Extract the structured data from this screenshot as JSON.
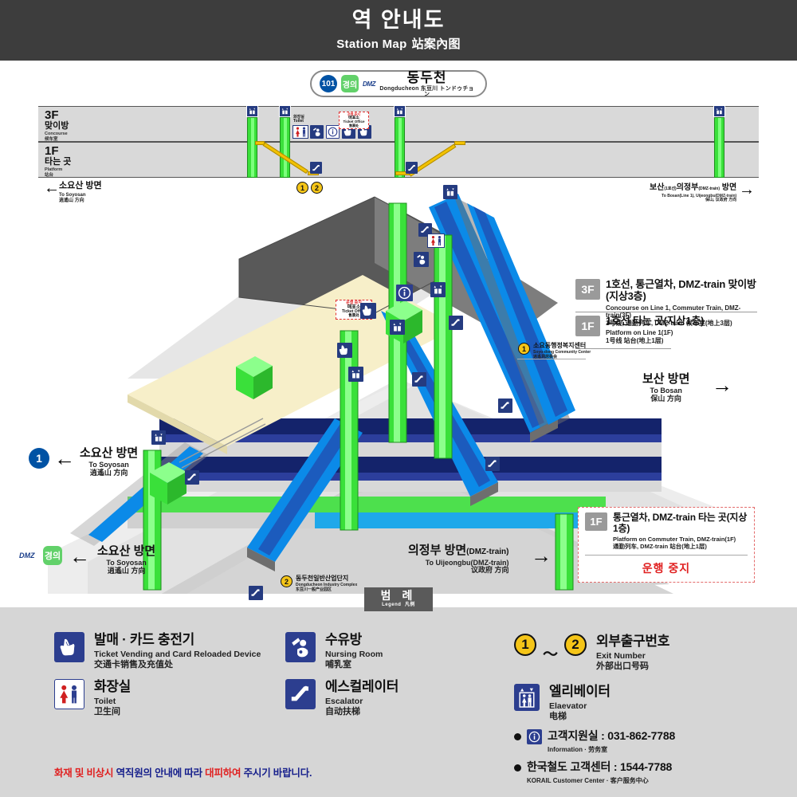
{
  "header": {
    "title_ko": "역 안내도",
    "title_en": "Station Map",
    "title_zh": "站案內图"
  },
  "station": {
    "line_badge": "101",
    "commuter_badge": "경의",
    "dmz_badge": "DMZ",
    "name_ko": "동두천",
    "name_sub": "Dongducheon 东豆川 トンドゥチョン"
  },
  "cross_section": {
    "floor_3f": {
      "code": "3F",
      "ko": "맞이방",
      "en": "Concourse",
      "zh": "候车室"
    },
    "floor_1f": {
      "code": "1F",
      "ko": "타는 곳",
      "en": "Platform",
      "zh": "站台"
    },
    "toilet_label_ko": "화장실",
    "toilet_label_en": "Toilet",
    "ticket_office": {
      "stopped": "운행 중지",
      "ko": "매표소",
      "en": "Ticket Office",
      "zh": "售票处"
    },
    "exit_markers": [
      "1",
      "2"
    ],
    "left_direction": {
      "ko": "소요산 방면",
      "en": "To Soyosan",
      "zh": "逍遙山 方向"
    },
    "right_direction": {
      "ko_main": "보산",
      "ko_note1": "(1호선)",
      "ko_main2": "의정부",
      "ko_note2": "(DMZ-train)",
      "ko_suffix": "방면",
      "en": "To Bosan(Line 1), Uijeongbu(DMZ-train)",
      "zh": "保山, 议政府 方向"
    }
  },
  "floor_cards": [
    {
      "code": "3F",
      "ko": "1호선, 통근열차, DMZ-train 맞이방(지상3층)",
      "en": "Concourse on Line 1, Commuter Train, DMZ-train(3F)",
      "zh": "1号线, 通勤列车, DMZ-train 候车室(地上3层)"
    },
    {
      "code": "1F",
      "ko": "1호선 타는 곳(지상1층)",
      "en": "Platform on Line 1(1F)",
      "zh": "1号线 站台(地上1层)"
    }
  ],
  "stopped_card": {
    "code": "1F",
    "ko": "통근열차, DMZ-train 타는 곳(지상1층)",
    "en": "Platform on Commuter Train, DMZ-train(1F)",
    "zh": "通勤列车, DMZ-train 站台(地上1层)",
    "status": "운행 중지"
  },
  "exits": [
    {
      "number": "1",
      "ko": "소요동행정복지센터",
      "en": "Soyo-dong Community Center",
      "zh": "逍遙洞居委会"
    },
    {
      "number": "2",
      "ko": "동두천일반산업단지",
      "en": "Dongducheon Industry Complex",
      "zh": "东豆川一般产业园区"
    }
  ],
  "directions": {
    "bosan": {
      "ko": "보산 방면",
      "en": "To Bosan",
      "zh": "保山 方向",
      "arrow": "→"
    },
    "soyosan_line1": {
      "badge": "1",
      "ko": "소요산 방면",
      "en": "To Soyosan",
      "zh": "逍遙山 方向",
      "arrow": "←"
    },
    "soyosan_dmz": {
      "badge_dmz": "DMZ",
      "badge_gyeong": "경의",
      "ko": "소요산 방면",
      "en": "To Soyosan",
      "zh": "逍遙山 方向",
      "arrow": "←"
    },
    "uijeongbu": {
      "ko": "의정부 방면",
      "ko_note": "(DMZ-train)",
      "en": "To Uijeongbu(DMZ-train)",
      "zh": "议政府 方向",
      "arrow": "→"
    }
  },
  "legend": {
    "tab_ko": "범 례",
    "tab_en": "Legend",
    "tab_zh": "凡例",
    "items": [
      {
        "icon": "ticket-vending-icon",
        "ko": "발매 · 카드 충전기",
        "en": "Ticket Vending and Card Reloaded Device",
        "zh": "交通卡销售及充值处"
      },
      {
        "icon": "toilet-icon",
        "ko": "화장실",
        "en": "Toilet",
        "zh": "卫生间"
      },
      {
        "icon": "nursing-room-icon",
        "ko": "수유방",
        "en": "Nursing Room",
        "zh": "哺乳室"
      },
      {
        "icon": "escalator-icon",
        "ko": "에스컬레이터",
        "en": "Escalator",
        "zh": "自动扶梯"
      }
    ],
    "exit_number": {
      "from": "1",
      "tilde": "～",
      "to": "2",
      "ko": "외부출구번호",
      "en": "Exit Number",
      "zh": "外部出口号码"
    },
    "elevator": {
      "icon": "elevator-icon",
      "ko": "엘리베이터",
      "en": "Elaevator",
      "zh": "电梯"
    },
    "contacts": [
      {
        "icon": "information-icon",
        "ko": "고객지원실 : 031-862-7788",
        "en": "Information · 劳务室"
      },
      {
        "icon": "none",
        "ko": "한국철도 고객센터 : 1544-7788",
        "en": "KORAIL Customer Center · 客户服务中心"
      }
    ]
  },
  "warning": {
    "part1": "화재 및 비상시",
    "part2": " 역직원의 안내에 따라 ",
    "part3": "대피하여",
    "part4": " 주시기 바랍니다."
  },
  "colors": {
    "header_bg": "#3d3d3d",
    "line1": "#0052a4",
    "commuter": "#62d16a",
    "dmz": "#1b3f8b",
    "sign_blue": "#2c3e8f",
    "exit_yellow": "#f5c518",
    "alert_red": "#e02020",
    "legend_bg": "#d6d6d6",
    "platform_navy": "#1a2a7a",
    "pillar_green": "#3ae03a",
    "escalator_blue": "#0b8ae8"
  }
}
